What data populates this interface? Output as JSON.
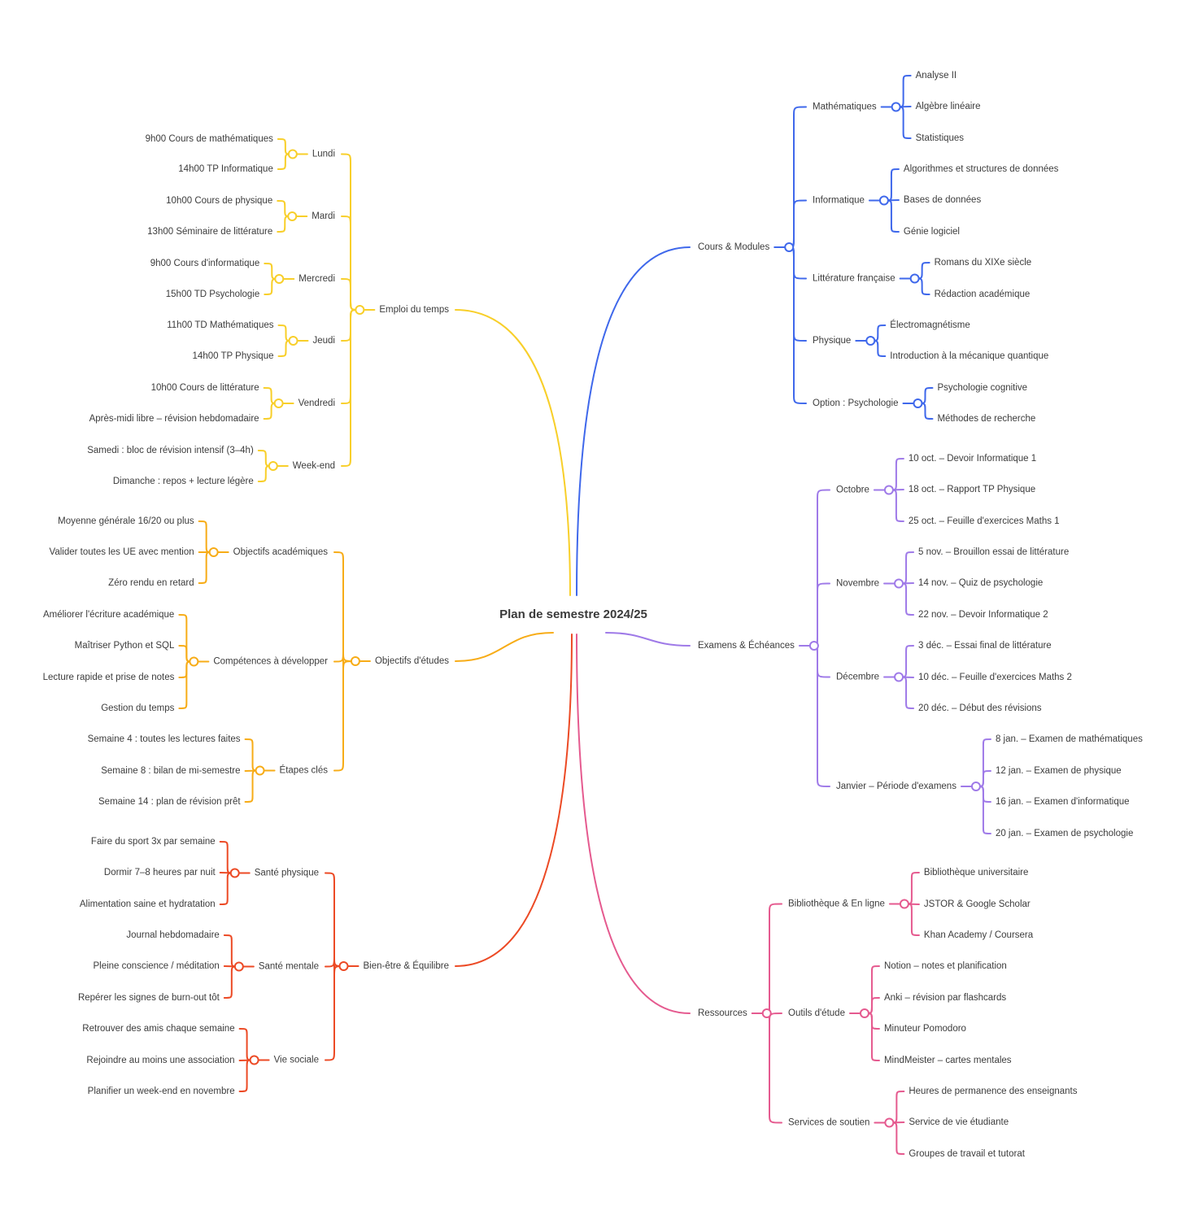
{
  "root": {
    "label": "Plan de semestre 2024/25"
  },
  "colors": {
    "emploi": "#f8cf2a",
    "objectifs": "#f7ac17",
    "bienetre": "#ec4a25",
    "cours": "#3f68eb",
    "examens": "#9f7ae8",
    "ressources": "#e55a8f"
  },
  "branches": [
    {
      "key": "emploi",
      "side": "left",
      "label": "Emploi du temps",
      "children": [
        {
          "label": "Lundi",
          "children": [
            "9h00 Cours de mathématiques",
            "14h00 TP Informatique"
          ]
        },
        {
          "label": "Mardi",
          "children": [
            "10h00 Cours de physique",
            "13h00 Séminaire de littérature"
          ]
        },
        {
          "label": "Mercredi",
          "children": [
            "9h00 Cours d'informatique",
            "15h00 TD Psychologie"
          ]
        },
        {
          "label": "Jeudi",
          "children": [
            "11h00 TD Mathématiques",
            "14h00 TP Physique"
          ]
        },
        {
          "label": "Vendredi",
          "children": [
            "10h00 Cours de littérature",
            "Après-midi libre – révision hebdomadaire"
          ]
        },
        {
          "label": "Week-end",
          "children": [
            "Samedi : bloc de révision intensif (3–4h)",
            "Dimanche : repos + lecture légère"
          ]
        }
      ]
    },
    {
      "key": "objectifs",
      "side": "left",
      "label": "Objectifs d'études",
      "children": [
        {
          "label": "Objectifs académiques",
          "children": [
            "Moyenne générale 16/20 ou plus",
            "Valider toutes les UE avec mention",
            "Zéro rendu en retard"
          ]
        },
        {
          "label": "Compétences à développer",
          "children": [
            "Améliorer l'écriture académique",
            "Maîtriser Python et SQL",
            "Lecture rapide et prise de notes",
            "Gestion du temps"
          ]
        },
        {
          "label": "Étapes clés",
          "children": [
            "Semaine 4 : toutes les lectures faites",
            "Semaine 8 : bilan de mi-semestre",
            "Semaine 14 : plan de révision prêt"
          ]
        }
      ]
    },
    {
      "key": "bienetre",
      "side": "left",
      "label": "Bien-être & Équilibre",
      "children": [
        {
          "label": "Santé physique",
          "children": [
            "Faire du sport 3x par semaine",
            "Dormir 7–8 heures par nuit",
            "Alimentation saine et hydratation"
          ]
        },
        {
          "label": "Santé mentale",
          "children": [
            "Journal hebdomadaire",
            "Pleine conscience / méditation",
            "Repérer les signes de burn-out tôt"
          ]
        },
        {
          "label": "Vie sociale",
          "children": [
            "Retrouver des amis chaque semaine",
            "Rejoindre au moins une association",
            "Planifier un week-end en novembre"
          ]
        }
      ]
    },
    {
      "key": "cours",
      "side": "right",
      "label": "Cours & Modules",
      "children": [
        {
          "label": "Mathématiques",
          "children": [
            "Analyse II",
            "Algèbre linéaire",
            "Statistiques"
          ]
        },
        {
          "label": "Informatique",
          "children": [
            "Algorithmes et structures de données",
            "Bases de données",
            "Génie logiciel"
          ]
        },
        {
          "label": "Littérature française",
          "children": [
            "Romans du XIXe siècle",
            "Rédaction académique"
          ]
        },
        {
          "label": "Physique",
          "children": [
            "Électromagnétisme",
            "Introduction à la mécanique quantique"
          ]
        },
        {
          "label": "Option : Psychologie",
          "children": [
            "Psychologie cognitive",
            "Méthodes de recherche"
          ]
        }
      ]
    },
    {
      "key": "examens",
      "side": "right",
      "label": "Examens & Échéances",
      "children": [
        {
          "label": "Octobre",
          "children": [
            "10 oct. – Devoir Informatique 1",
            "18 oct. – Rapport TP Physique",
            "25 oct. – Feuille d'exercices Maths 1"
          ]
        },
        {
          "label": "Novembre",
          "children": [
            "5 nov. – Brouillon essai de littérature",
            "14 nov. – Quiz de psychologie",
            "22 nov. – Devoir Informatique 2"
          ]
        },
        {
          "label": "Décembre",
          "children": [
            "3 déc. – Essai final de littérature",
            "10 déc. – Feuille d'exercices Maths 2",
            "20 déc. – Début des révisions"
          ]
        },
        {
          "label": "Janvier – Période d'examens",
          "children": [
            "8 jan. – Examen de mathématiques",
            "12 jan. – Examen de physique",
            "16 jan. – Examen d'informatique",
            "20 jan. – Examen de psychologie"
          ]
        }
      ]
    },
    {
      "key": "ressources",
      "side": "right",
      "label": "Ressources",
      "children": [
        {
          "label": "Bibliothèque & En ligne",
          "children": [
            "Bibliothèque universitaire",
            "JSTOR & Google Scholar",
            "Khan Academy / Coursera"
          ]
        },
        {
          "label": "Outils d'étude",
          "children": [
            "Notion – notes et planification",
            "Anki – révision par flashcards",
            "Minuteur Pomodoro",
            "MindMeister – cartes mentales"
          ]
        },
        {
          "label": "Services de soutien",
          "children": [
            "Heures de permanence des enseignants",
            "Service de vie étudiante",
            "Groupes de travail et tutorat"
          ]
        }
      ]
    }
  ]
}
